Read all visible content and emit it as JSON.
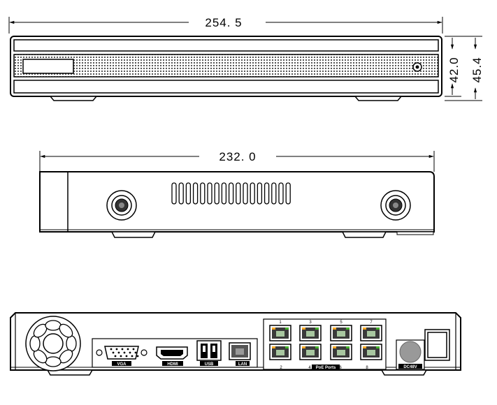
{
  "front_view": {
    "width_label": "254. 5",
    "height_inner_label": "42.0",
    "height_outer_label": "45.4"
  },
  "side_view": {
    "depth_label": "232. 0"
  },
  "rear_view": {
    "ports": {
      "vga": "VGA",
      "hdmi": "HDMI",
      "usb": "USB",
      "lan": "LAN",
      "poe": "PoE Ports",
      "dc": "DC48V"
    },
    "poe_numbers_top": [
      "1",
      "3",
      "5",
      "7"
    ],
    "poe_numbers_bottom": [
      "2",
      "4",
      "6",
      "8"
    ]
  }
}
